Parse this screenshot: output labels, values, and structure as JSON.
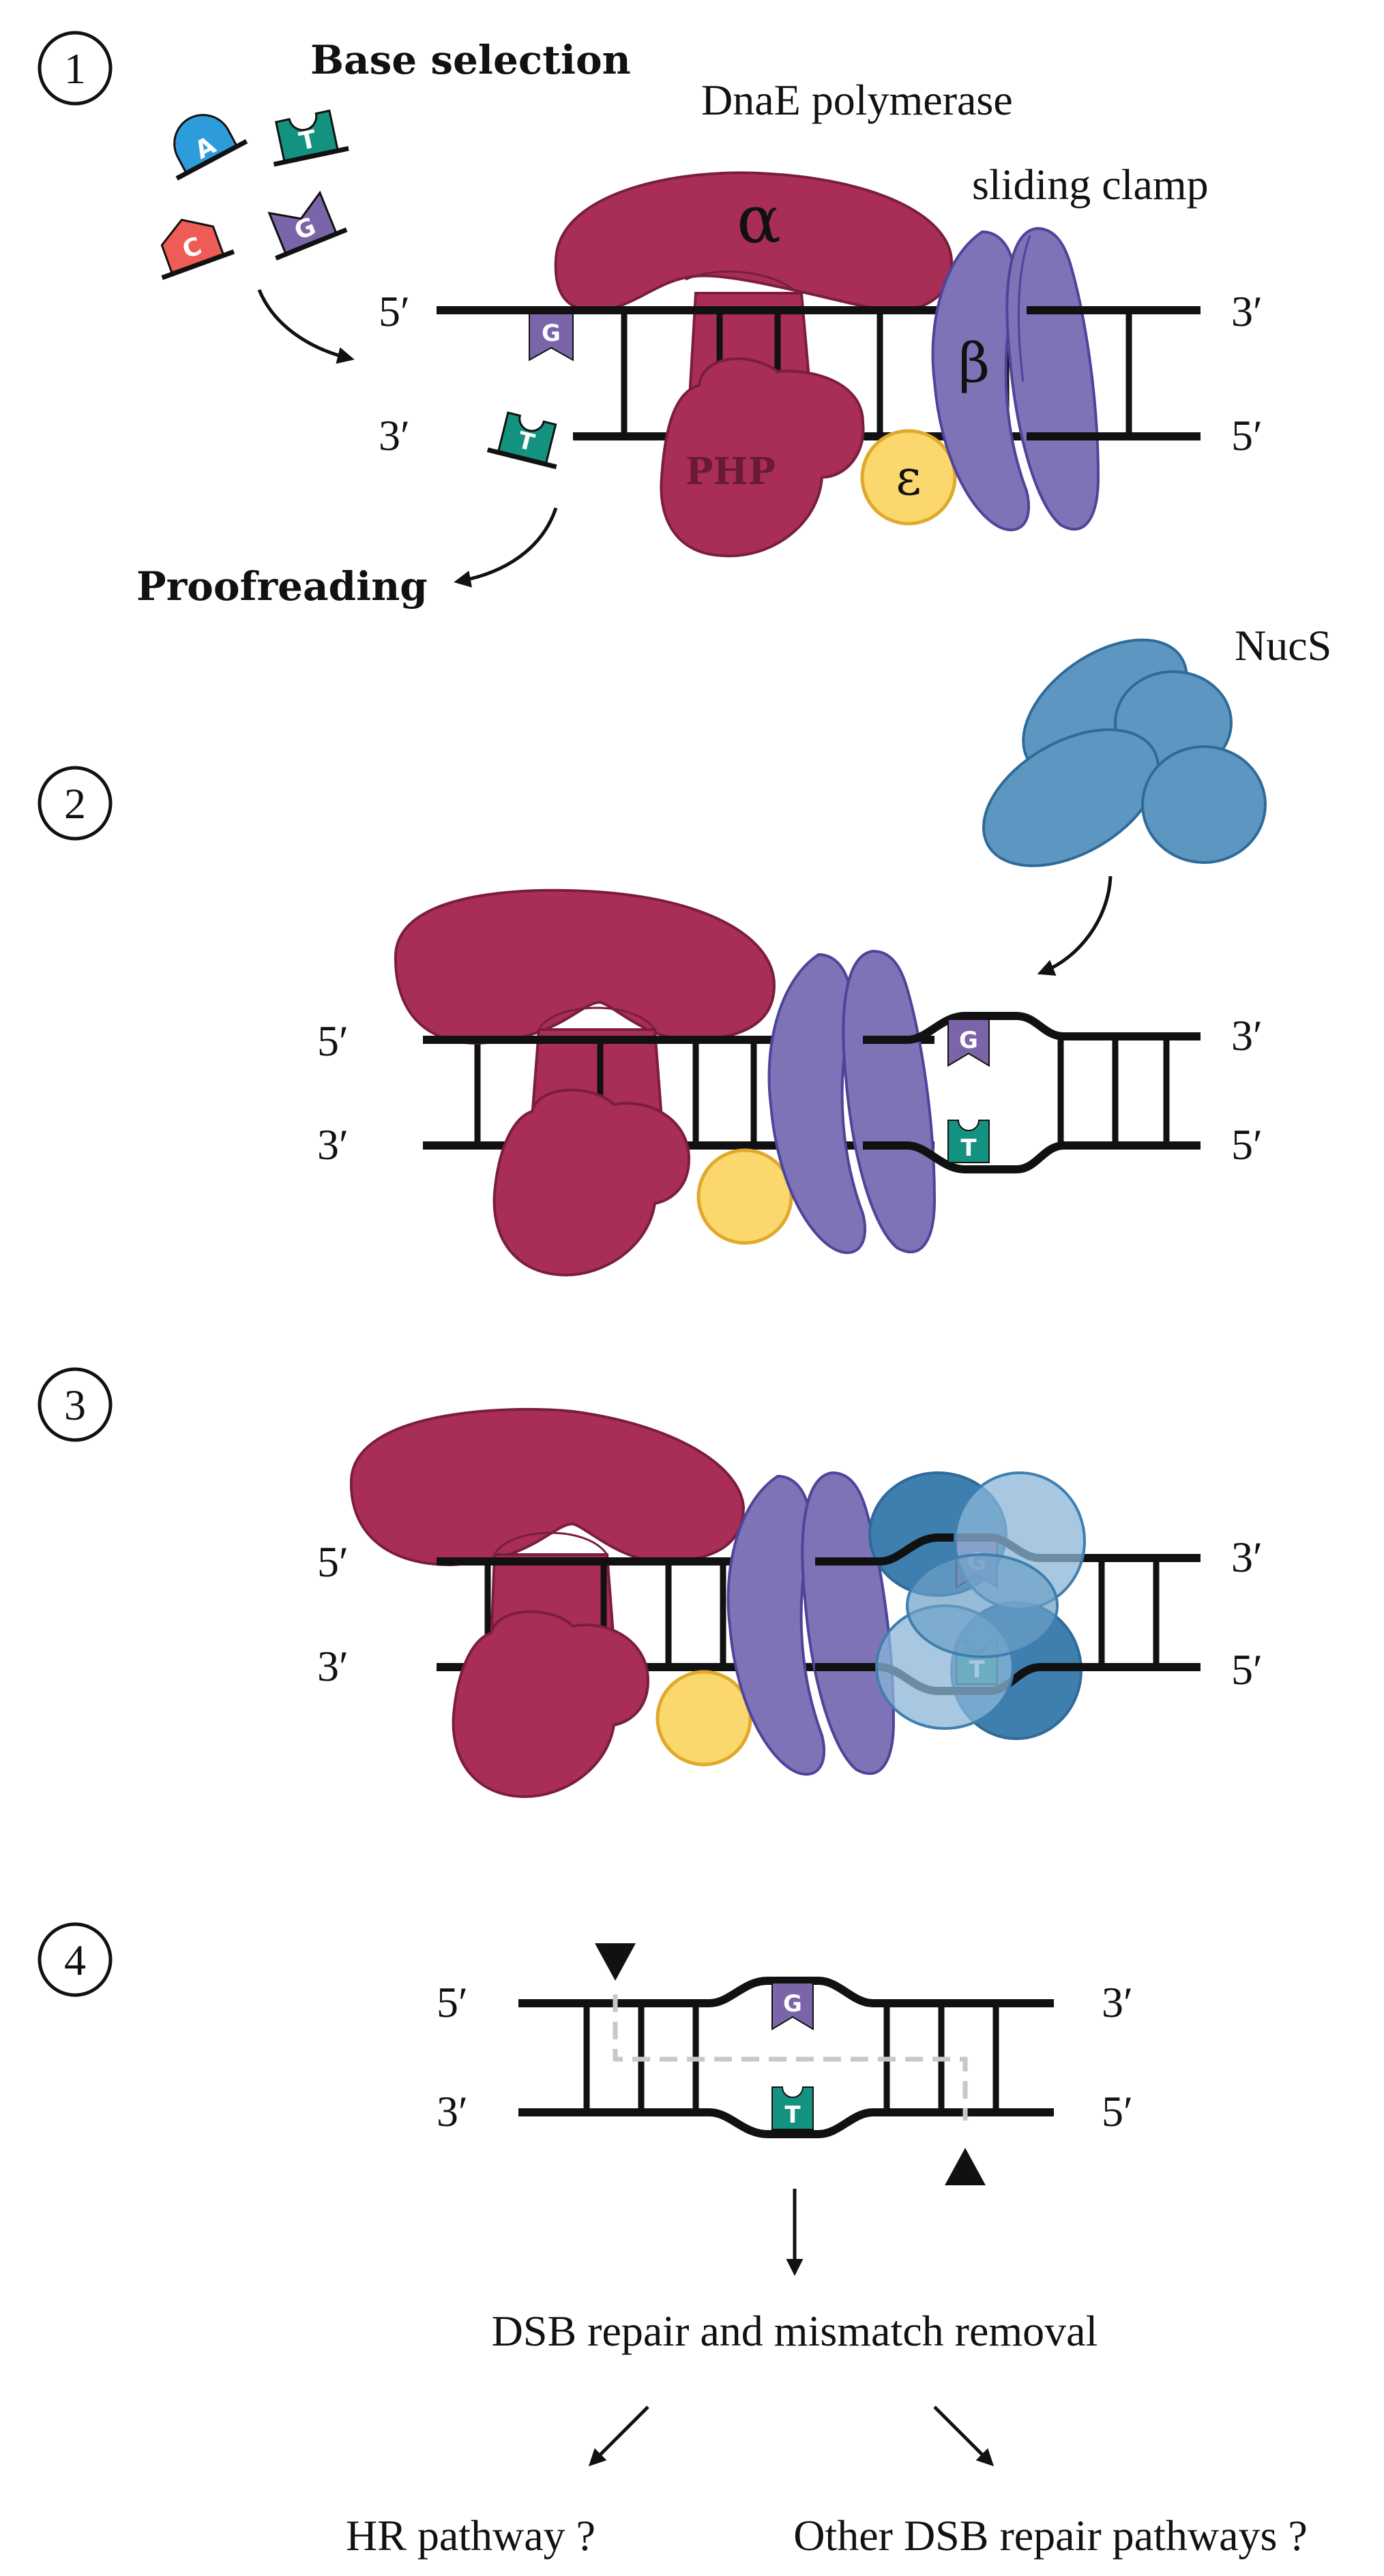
{
  "colors": {
    "polymerase": "#A92E55",
    "polymerase_stroke": "#7A1E3C",
    "clamp": "#7E73B6",
    "clamp_stroke": "#4E449A",
    "epsilon": "#FAD86E",
    "epsilon_stroke": "#E0A92A",
    "nucs": "#5D97C1",
    "nucs_stroke": "#2F6A99",
    "nuc_A": "#2D9CDB",
    "nuc_C": "#EE5C55",
    "nuc_G": "#7A65A8",
    "nuc_T": "#13927F",
    "dna": "#111111"
  },
  "steps": [
    {
      "number": "1"
    },
    {
      "number": "2"
    },
    {
      "number": "3"
    },
    {
      "number": "4"
    }
  ],
  "panel1": {
    "base_selection": "Base selection",
    "proofreading": "Proofreading",
    "polymerase_label": "DnaE polymerase",
    "clamp_label": "sliding clamp",
    "alpha": "α",
    "beta": "β",
    "epsilon": "ε",
    "php": "PHP",
    "free_nucleotides": [
      "A",
      "T",
      "C",
      "G"
    ],
    "incorporated_base": "G",
    "ejected_base": "T",
    "top_5": "5′",
    "top_3": "3′",
    "bot_3": "3′",
    "bot_5": "5′"
  },
  "panel2": {
    "nucs_label": "NucS",
    "mismatch_top": "G",
    "mismatch_bottom": "T",
    "top_5": "5′",
    "top_3": "3′",
    "bot_3": "3′",
    "bot_5": "5′"
  },
  "panel3": {
    "mismatch_top": "G",
    "mismatch_bottom": "T",
    "top_5": "5′",
    "top_3": "3′",
    "bot_3": "3′",
    "bot_5": "5′"
  },
  "panel4": {
    "mismatch_top": "G",
    "mismatch_bottom": "T",
    "top_5": "5′",
    "top_3": "3′",
    "bot_3": "3′",
    "bot_5": "5′",
    "outcome": "DSB repair and mismatch removal",
    "left_pathway": "HR pathway ?",
    "right_pathway": "Other DSB repair pathways ?"
  }
}
